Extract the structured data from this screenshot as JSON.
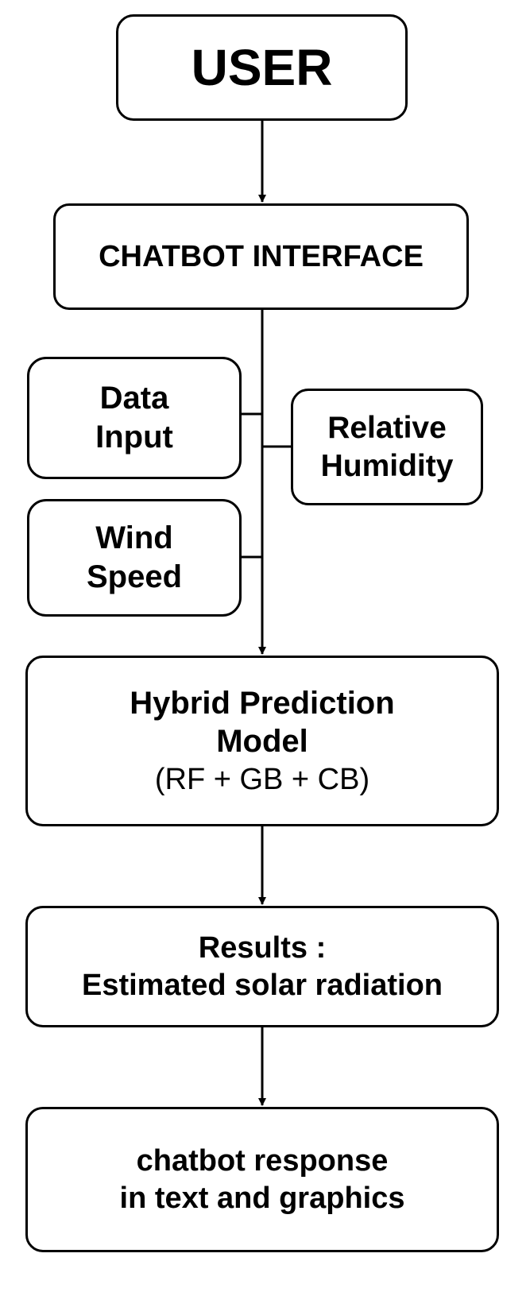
{
  "diagram": {
    "nodes": {
      "user": {
        "lines": [
          "USER"
        ]
      },
      "chatbot_interface": {
        "lines": [
          "CHATBOT INTERFACE"
        ]
      },
      "data_input": {
        "lines": [
          "Data",
          "Input"
        ]
      },
      "relative_humidity": {
        "lines": [
          "Relative",
          "Humidity"
        ]
      },
      "wind_speed": {
        "lines": [
          "Wind",
          "Speed"
        ]
      },
      "hybrid_model": {
        "lines": [
          "Hybrid Prediction",
          "Model"
        ],
        "subtitle": "(RF + GB + CB)"
      },
      "results": {
        "lines": [
          "Results :",
          "Estimated solar radiation"
        ]
      },
      "chatbot_response": {
        "lines": [
          "chatbot response",
          "in text and graphics"
        ]
      }
    },
    "edges": [
      {
        "from": "user",
        "to": "chatbot_interface",
        "arrow": true
      },
      {
        "from": "chatbot_interface",
        "to": "hybrid_model",
        "arrow": true
      },
      {
        "from": "data_input",
        "to": "main_line",
        "arrow": false
      },
      {
        "from": "relative_humidity",
        "to": "main_line",
        "arrow": false
      },
      {
        "from": "wind_speed",
        "to": "main_line",
        "arrow": false
      },
      {
        "from": "hybrid_model",
        "to": "results",
        "arrow": true
      },
      {
        "from": "results",
        "to": "chatbot_response",
        "arrow": true
      }
    ],
    "colors": {
      "stroke": "#000000",
      "fill": "#ffffff",
      "text": "#000000"
    }
  }
}
